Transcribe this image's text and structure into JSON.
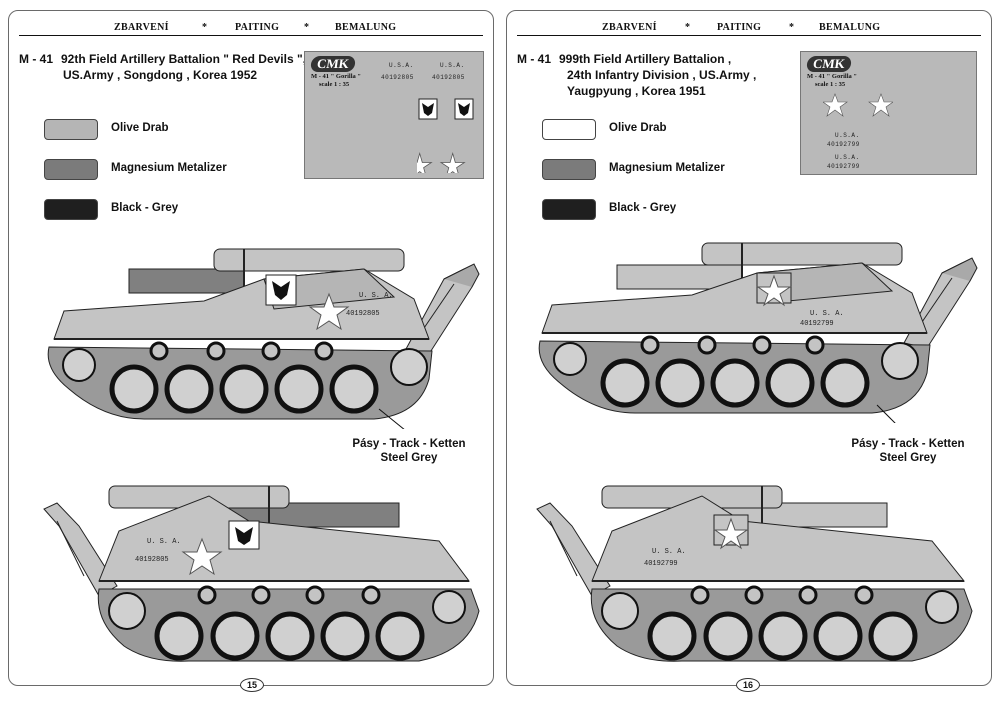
{
  "header": {
    "word1": "ZBARVENÍ",
    "sep1": "*",
    "word2": "PAITING",
    "sep2": "*",
    "word3": "BEMALUNG"
  },
  "left": {
    "code": "M - 41",
    "title_lines": [
      "92th  Field Artillery Battalion \" Red Devils \",",
      "US.Army , Songdong , Korea  1952"
    ],
    "colors": [
      {
        "label": "Olive Drab",
        "color": "#b5b5b5"
      },
      {
        "label": "Magnesium Metalizer",
        "color": "#7b7b7b"
      },
      {
        "label": "Black - Grey",
        "color": "#1f1f1f"
      }
    ],
    "decal": {
      "brand": "CMK",
      "model": "M - 41 \" Gorilla \"",
      "scale": "scale 1 : 35",
      "usa_1": "U.S.A.",
      "usa_2": "U.S.A.",
      "serial_1": "40192805",
      "serial_2": "40192805"
    },
    "tank_top": {
      "usa": "U. S. A.",
      "serial": "40192805"
    },
    "tank_bottom": {
      "usa": "U. S. A.",
      "serial": "40192805"
    },
    "track_label_1": "Pásy - Track - Ketten",
    "track_label_2": "Steel Grey",
    "page_number": "15"
  },
  "right": {
    "code": "M - 41",
    "title_lines": [
      "999th Field Artillery Battalion ,",
      "24th Infantry Division , US.Army ,",
      "Yaugpyung , Korea  1951"
    ],
    "colors": [
      {
        "label": "Olive Drab",
        "color": "#ffffff"
      },
      {
        "label": "Magnesium Metalizer",
        "color": "#7b7b7b"
      },
      {
        "label": "Black - Grey",
        "color": "#1f1f1f"
      }
    ],
    "decal": {
      "brand": "CMK",
      "model": "M - 41 \" Gorilla \"",
      "scale": "scale 1 : 35",
      "usa_1": "U.S.A.",
      "serial_1": "40192799",
      "usa_2": "U.S.A.",
      "serial_2": "40192799"
    },
    "tank_top": {
      "usa": "U. S. A.",
      "serial": "40192799"
    },
    "tank_bottom": {
      "usa": "U. S. A.",
      "serial": "40192799"
    },
    "track_label_1": "Pásy - Track - Ketten",
    "track_label_2": "Steel Grey",
    "page_number": "16"
  },
  "palette": {
    "hull": "#c4c4c4",
    "hull_dark": "#a9a9a9",
    "barrel": "#808080",
    "track": "#9a9a9a",
    "tire": "#111111",
    "star": "#ffffff"
  }
}
